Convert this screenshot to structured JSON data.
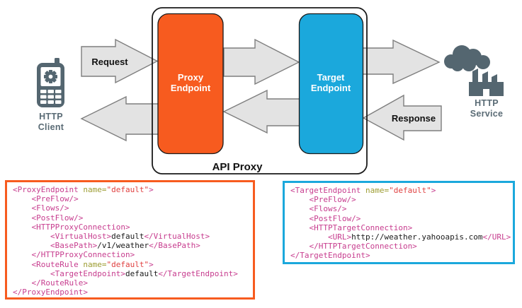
{
  "colors": {
    "orange": "#F75B1F",
    "blue": "#1BA8DC",
    "slate": "#546670",
    "label_gray": "#5A6B75",
    "arrow_fill": "#E3E3E3",
    "arrow_stroke": "#7E7E7E",
    "outline": "#1A1A1A",
    "white": "#FFFFFF"
  },
  "diagram": {
    "client_label": [
      "HTTP",
      "Client"
    ],
    "service_label": [
      "HTTP",
      "Service"
    ],
    "request_label": "Request",
    "response_label": "Response",
    "api_proxy_label": "API Proxy",
    "proxy_endpoint_label": [
      "Proxy",
      "Endpoint"
    ],
    "target_endpoint_label": [
      "Target",
      "Endpoint"
    ]
  },
  "code_style": {
    "tag": "#C73C8E",
    "attr": "#9D9D33",
    "str": "#E04141",
    "text": "#1A1A1A"
  },
  "code_blocks": [
    {
      "name": "proxy-endpoint-xml",
      "border_color": "#F75B1F",
      "lines": [
        [
          {
            "c": "tag",
            "v": "<ProxyEndpoint "
          },
          {
            "c": "attr",
            "v": "name="
          },
          {
            "c": "str",
            "v": "\"default\""
          },
          {
            "c": "tag",
            "v": ">"
          }
        ],
        [
          {
            "c": "tag",
            "v": "    <PreFlow/>"
          }
        ],
        [
          {
            "c": "tag",
            "v": "    <Flows/>"
          }
        ],
        [
          {
            "c": "tag",
            "v": "    <PostFlow/>"
          }
        ],
        [
          {
            "c": "tag",
            "v": "    <HTTPProxyConnection>"
          }
        ],
        [
          {
            "c": "tag",
            "v": "        <VirtualHost>"
          },
          {
            "c": "text",
            "v": "default"
          },
          {
            "c": "tag",
            "v": "</VirtualHost>"
          }
        ],
        [
          {
            "c": "tag",
            "v": "        <BasePath>"
          },
          {
            "c": "text",
            "v": "/v1/weather"
          },
          {
            "c": "tag",
            "v": "</BasePath>"
          }
        ],
        [
          {
            "c": "tag",
            "v": "    </HTTPProxyConnection>"
          }
        ],
        [
          {
            "c": "tag",
            "v": "    <RouteRule "
          },
          {
            "c": "attr",
            "v": "name="
          },
          {
            "c": "str",
            "v": "\"default\""
          },
          {
            "c": "tag",
            "v": ">"
          }
        ],
        [
          {
            "c": "tag",
            "v": "        <TargetEndpoint>"
          },
          {
            "c": "text",
            "v": "default"
          },
          {
            "c": "tag",
            "v": "</TargetEndpoint>"
          }
        ],
        [
          {
            "c": "tag",
            "v": "    </RouteRule>"
          }
        ],
        [
          {
            "c": "tag",
            "v": "</ProxyEndpoint>"
          }
        ]
      ]
    },
    {
      "name": "target-endpoint-xml",
      "border_color": "#1BA8DC",
      "lines": [
        [
          {
            "c": "tag",
            "v": "<TargetEndpoint "
          },
          {
            "c": "attr",
            "v": "name="
          },
          {
            "c": "str",
            "v": "\"default\""
          },
          {
            "c": "tag",
            "v": ">"
          }
        ],
        [
          {
            "c": "tag",
            "v": "    <PreFlow/>"
          }
        ],
        [
          {
            "c": "tag",
            "v": "    <Flows/>"
          }
        ],
        [
          {
            "c": "tag",
            "v": "    <PostFlow/>"
          }
        ],
        [
          {
            "c": "tag",
            "v": "    <HTTPTargetConnection>"
          }
        ],
        [
          {
            "c": "tag",
            "v": "        <URL>"
          },
          {
            "c": "text",
            "v": "http://weather.yahooapis.com"
          },
          {
            "c": "tag",
            "v": "</URL>"
          }
        ],
        [
          {
            "c": "tag",
            "v": "    </HTTPTargetConnection>"
          }
        ],
        [
          {
            "c": "tag",
            "v": "</TargetEndpoint>"
          }
        ]
      ]
    }
  ]
}
